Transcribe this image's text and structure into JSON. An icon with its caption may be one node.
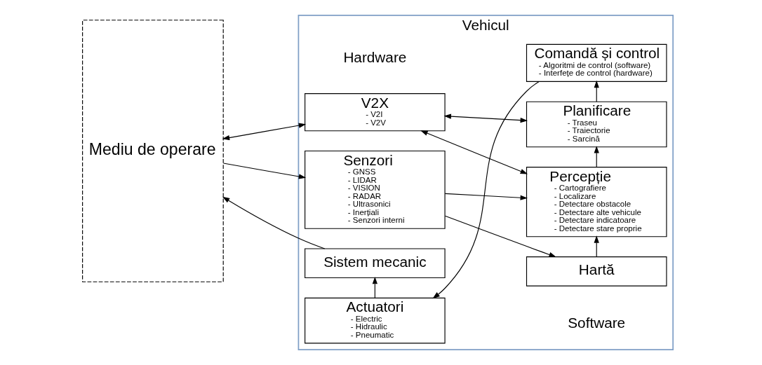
{
  "diagram": {
    "nodes": [
      {
        "text": [
          "Mediu de operare"
        ]
      },
      {
        "text": [
          "Vehicul"
        ]
      },
      {
        "text": [
          "Senzori",
          "- GNSS",
          "- LIDAR",
          "- VISION",
          "- RADAR",
          "- Ultrasonici",
          "- Inerțiali",
          "- Senzori interni"
        ],
        "in": 1
      },
      {
        "text": [
          "V2X",
          "- V2I",
          "- V2V"
        ],
        "in": 1
      },
      {
        "text": [
          "Sistem mecanic"
        ],
        "in": 1
      },
      {
        "text": [
          "Actuatori",
          "- Electric",
          "- Hidraulic",
          "- Pneumatic"
        ],
        "in": 1
      },
      {
        "text": [
          "Hartă"
        ],
        "in": 1
      },
      {
        "text": [
          "Percepție",
          "- Cartografiere",
          "- Localizare",
          "- Detectare obstacole",
          "- Detectare alte vehicule",
          "- Detectare indicatoare",
          "- Detectare stare proprie"
        ],
        "in": 1
      },
      {
        "text": [
          "Planificare",
          "- Traseu",
          "- Traiectorie",
          "- Sarcină"
        ],
        "in": 1
      },
      {
        "text": [
          "Comandă și control",
          "- Algoritmi de control (software)",
          "- Interfețe de control (hardware)"
        ],
        "in": 1
      }
    ],
    "edges": [
      {
        "from": 0,
        "to": 2,
        "arrow": "to"
      },
      {
        "from": 0,
        "to": 3,
        "arrow": "both"
      },
      {
        "from": 4,
        "to": 0,
        "arrow": "to"
      },
      {
        "from": 5,
        "to": 4,
        "arrow": "to"
      },
      {
        "from": 2,
        "to": 6,
        "arrow": "to"
      },
      {
        "from": 2,
        "to": 7,
        "arrow": "to"
      },
      {
        "from": 3,
        "to": 7,
        "arrow": "both"
      },
      {
        "from": 3,
        "to": 8,
        "arrow": "both"
      },
      {
        "from": 6,
        "to": 7,
        "arrow": "to"
      },
      {
        "from": 7,
        "to": 8,
        "arrow": "to"
      },
      {
        "from": 8,
        "to": 9,
        "arrow": "to"
      },
      {
        "from": 9,
        "to": 5,
        "arrow": "to"
      }
    ],
    "labels": [
      "Hardware",
      "Software"
    ]
  }
}
